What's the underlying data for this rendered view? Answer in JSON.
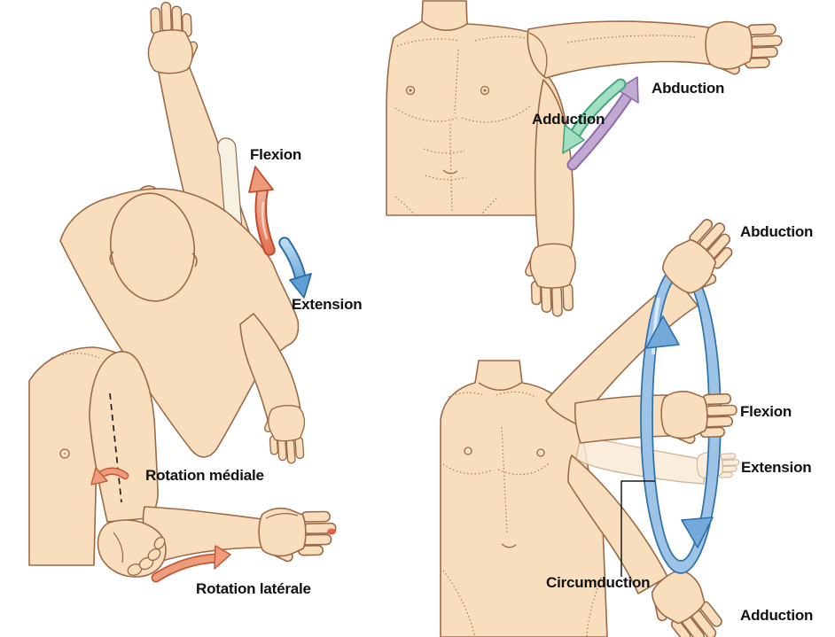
{
  "diagram": {
    "panels": {
      "flexion_extension": {
        "labels": {
          "flexion": "Flexion",
          "extension": "Extension"
        }
      },
      "abduction_adduction": {
        "labels": {
          "abduction": "Abduction",
          "adduction": "Adduction"
        }
      },
      "rotation": {
        "labels": {
          "mediale": "Rotation médiale",
          "laterale": "Rotation latérale"
        }
      },
      "circumduction": {
        "labels": {
          "abduction": "Abduction",
          "flexion": "Flexion",
          "extension": "Extension",
          "circumduction": "Circumduction",
          "adduction": "Adduction"
        }
      }
    },
    "arrows": [
      {
        "name": "flexion-arrow",
        "color": "#EE9B7C"
      },
      {
        "name": "extension-arrow",
        "color": "#5E9FD6"
      },
      {
        "name": "abduction-arrow",
        "color": "#C2A9D2"
      },
      {
        "name": "adduction-arrow",
        "color": "#A3DFC1"
      },
      {
        "name": "rotation-mediale-arrow",
        "color": "#EF9C7D"
      },
      {
        "name": "rotation-laterale-arrow",
        "color": "#EF9C7D"
      },
      {
        "name": "circumduction-ring",
        "color": "#9DC4E6"
      }
    ],
    "colors": {
      "background": "#FFFFFF",
      "skin": "#F8DEBC",
      "outline": "#9A6A48",
      "bone": "#F7F1E2",
      "label_text": "#111111"
    }
  }
}
